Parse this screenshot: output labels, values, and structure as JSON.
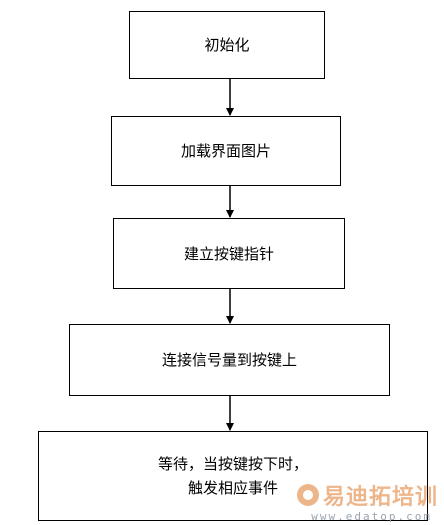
{
  "flowchart": {
    "steps": [
      {
        "lines": [
          "初始化"
        ]
      },
      {
        "lines": [
          "加载界面图片"
        ]
      },
      {
        "lines": [
          "建立按键指针"
        ]
      },
      {
        "lines": [
          "连接信号量到按键上"
        ]
      },
      {
        "lines": [
          "等待，当按键按下时，",
          "触发相应事件"
        ]
      }
    ]
  },
  "watermark": {
    "brand": "易迪拓培训",
    "url": "www.edatop.com"
  },
  "colors": {
    "stroke": "#000000",
    "background": "#ffffff",
    "watermark_brand": "#e07a2c",
    "watermark_url": "#9aa5b1"
  }
}
